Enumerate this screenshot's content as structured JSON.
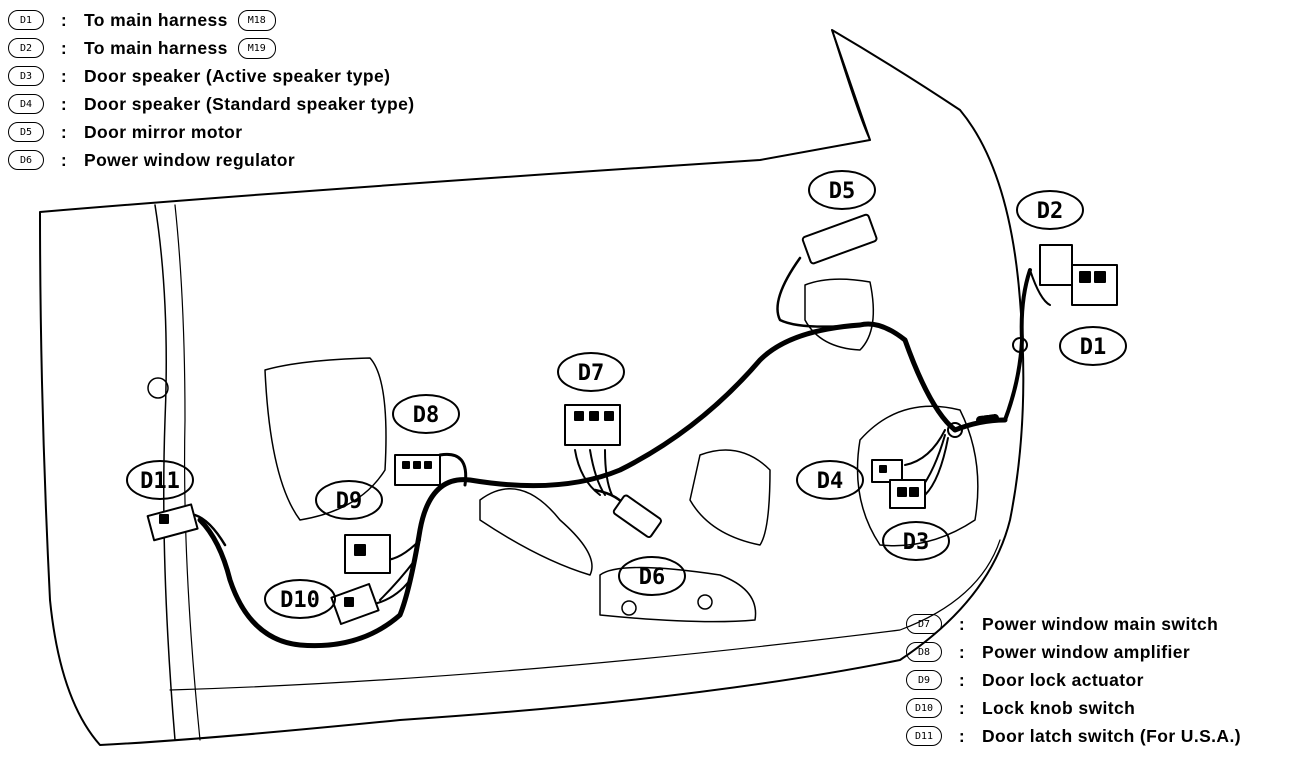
{
  "legend_top": [
    {
      "code": "D1",
      "sep": ":",
      "text": "To main harness",
      "ref": "M18"
    },
    {
      "code": "D2",
      "sep": ":",
      "text": "To main harness",
      "ref": "M19"
    },
    {
      "code": "D3",
      "sep": ":",
      "text": "Door speaker (Active speaker type)"
    },
    {
      "code": "D4",
      "sep": ":",
      "text": "Door speaker (Standard speaker type)"
    },
    {
      "code": "D5",
      "sep": ":",
      "text": "Door mirror motor"
    },
    {
      "code": "D6",
      "sep": ":",
      "text": "Power window regulator"
    }
  ],
  "legend_bottom": [
    {
      "code": "D7",
      "sep": ":",
      "text": "Power window main switch"
    },
    {
      "code": "D8",
      "sep": ":",
      "text": "Power window amplifier"
    },
    {
      "code": "D9",
      "sep": ":",
      "text": "Door lock actuator"
    },
    {
      "code": "D10",
      "sep": ":",
      "text": "Lock knob switch"
    },
    {
      "code": "D11",
      "sep": ":",
      "text": "Door latch switch (For U.S.A.)"
    }
  ],
  "callouts": {
    "d1": "D1",
    "d2": "D2",
    "d3": "D3",
    "d4": "D4",
    "d5": "D5",
    "d6": "D6",
    "d7": "D7",
    "d8": "D8",
    "d9": "D9",
    "d10": "D10",
    "d11": "D11"
  },
  "colors": {
    "ink": "#000000",
    "background": "#ffffff"
  }
}
